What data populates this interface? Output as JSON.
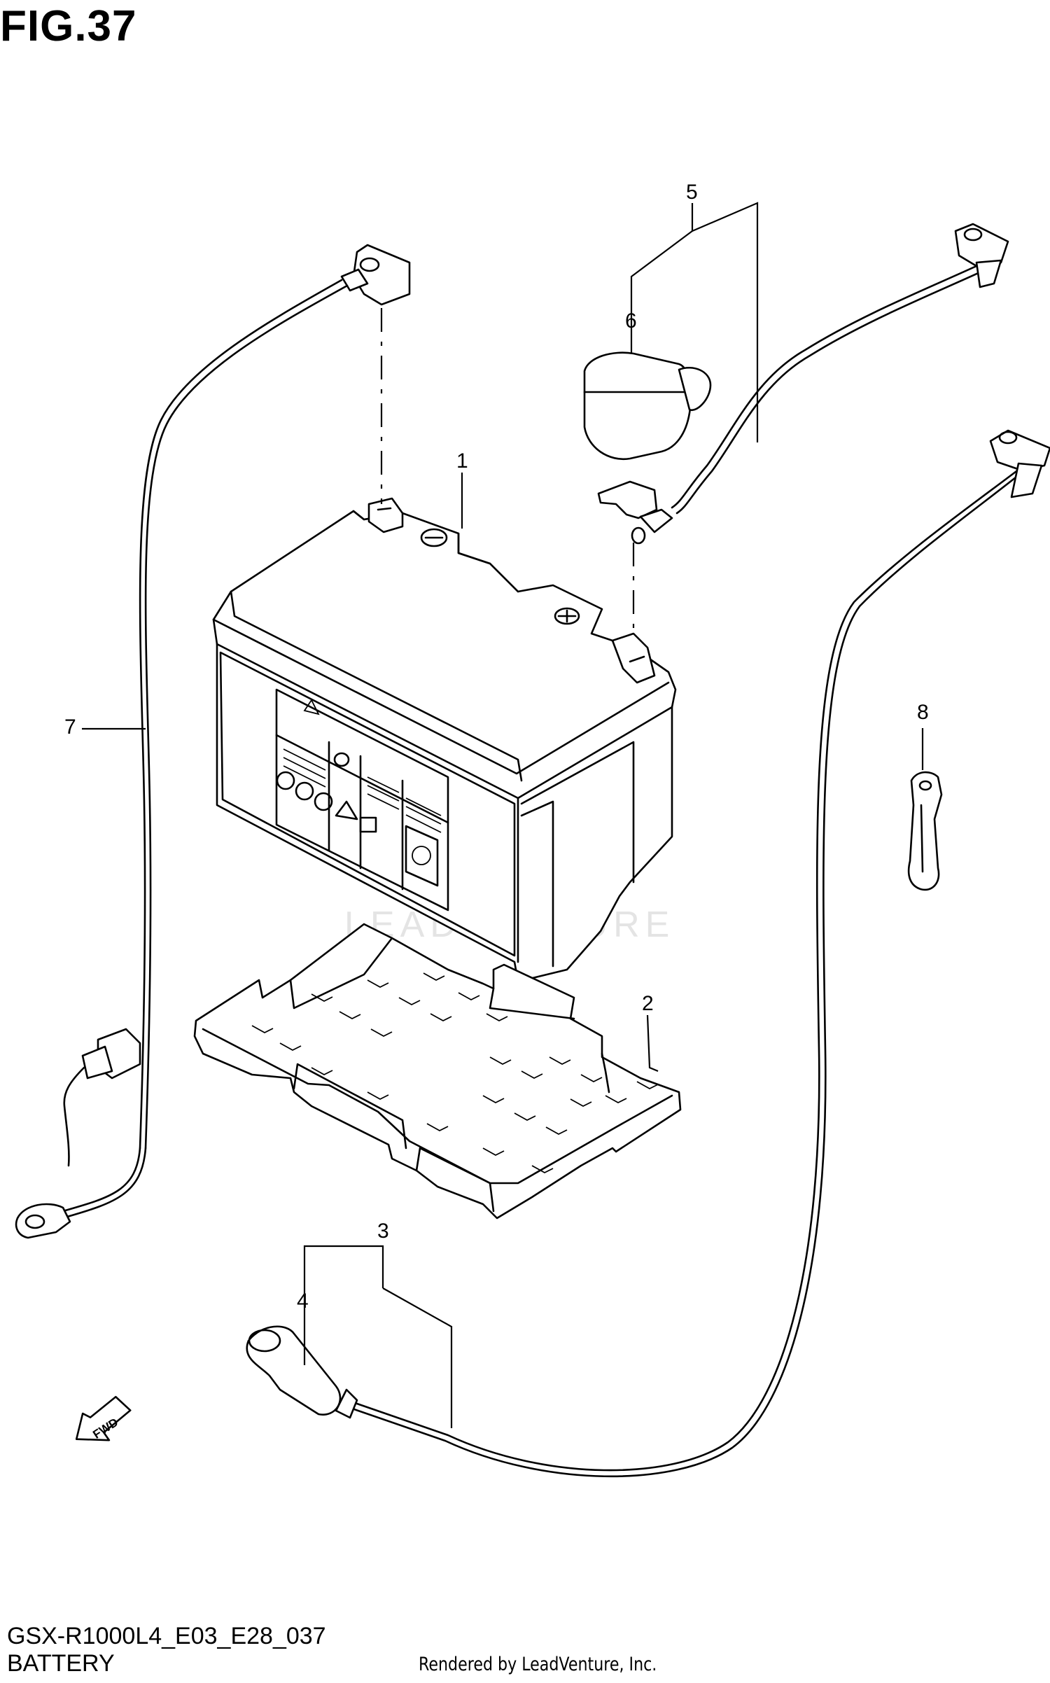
{
  "figure": {
    "title": "FIG.37",
    "code": "GSX-R1000L4_E03_E28_037",
    "name": "BATTERY",
    "credit": "Rendered by LeadVenture, Inc.",
    "watermark": "LEADVENTURE"
  },
  "callouts": [
    {
      "id": "1",
      "label": "1"
    },
    {
      "id": "2",
      "label": "2"
    },
    {
      "id": "3",
      "label": "3"
    },
    {
      "id": "4",
      "label": "4"
    },
    {
      "id": "5",
      "label": "5"
    },
    {
      "id": "6",
      "label": "6"
    },
    {
      "id": "7",
      "label": "7"
    },
    {
      "id": "8",
      "label": "8"
    }
  ],
  "direction_marker": {
    "label": "FWD",
    "icon": "fwd-arrow-icon"
  }
}
